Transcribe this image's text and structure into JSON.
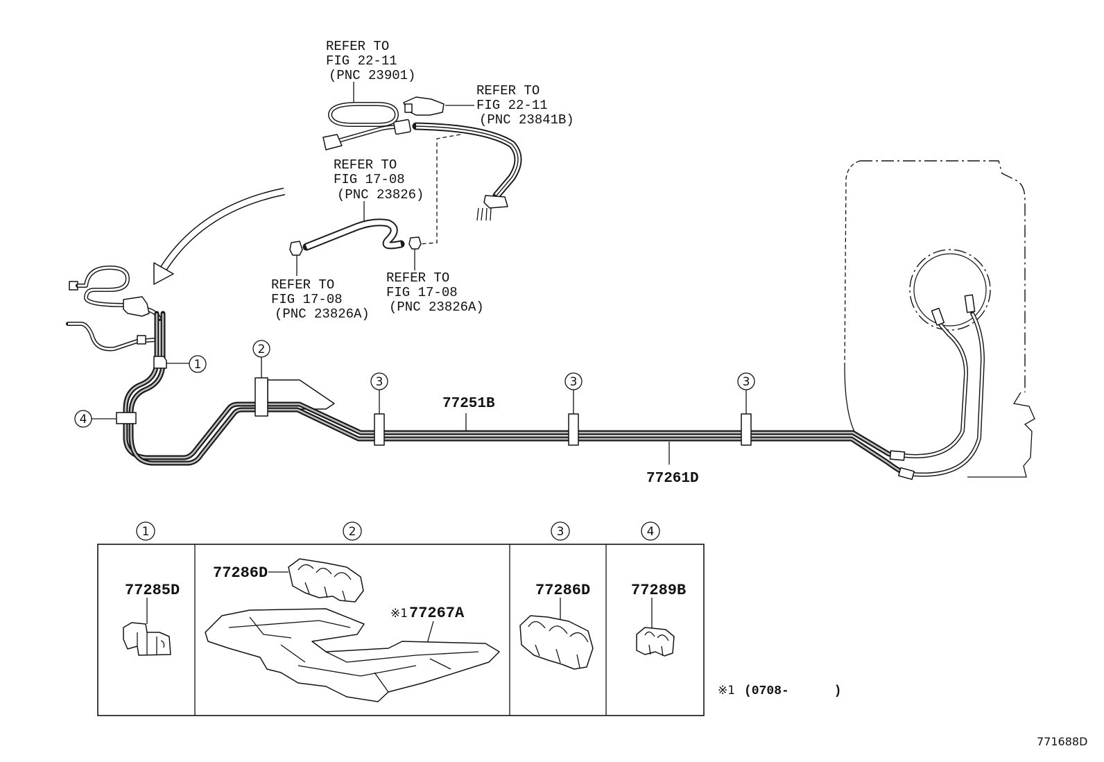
{
  "references": [
    {
      "line1": "REFER TO",
      "line2": "FIG 22-11",
      "line3": "(PNC 23901)"
    },
    {
      "line1": "REFER TO",
      "line2": "FIG 22-11",
      "line3": "(PNC 23841B)"
    },
    {
      "line1": "REFER TO",
      "line2": "FIG 17-08",
      "line3": "(PNC 23826)"
    },
    {
      "line1": "REFER TO",
      "line2": "FIG 17-08",
      "line3": "(PNC 23826A)"
    },
    {
      "line1": "REFER TO",
      "line2": "FIG 17-08",
      "line3": "(PNC 23826A)"
    }
  ],
  "main_parts": {
    "upper_tube": "77251B",
    "lower_tube": "77261D"
  },
  "callouts": {
    "c1": "1",
    "c2": "2",
    "c3": "3",
    "c4": "4"
  },
  "legend": {
    "cell1": {
      "part": "77285D"
    },
    "cell2": {
      "clamp_part": "77286D",
      "protector_mark": "※1",
      "protector_part": "77267A"
    },
    "cell3": {
      "part": "77286D"
    },
    "cell4": {
      "part": "77289B"
    }
  },
  "footnote": {
    "mark": "※1",
    "range": "(0708-      )"
  },
  "figure_id": "771688D"
}
